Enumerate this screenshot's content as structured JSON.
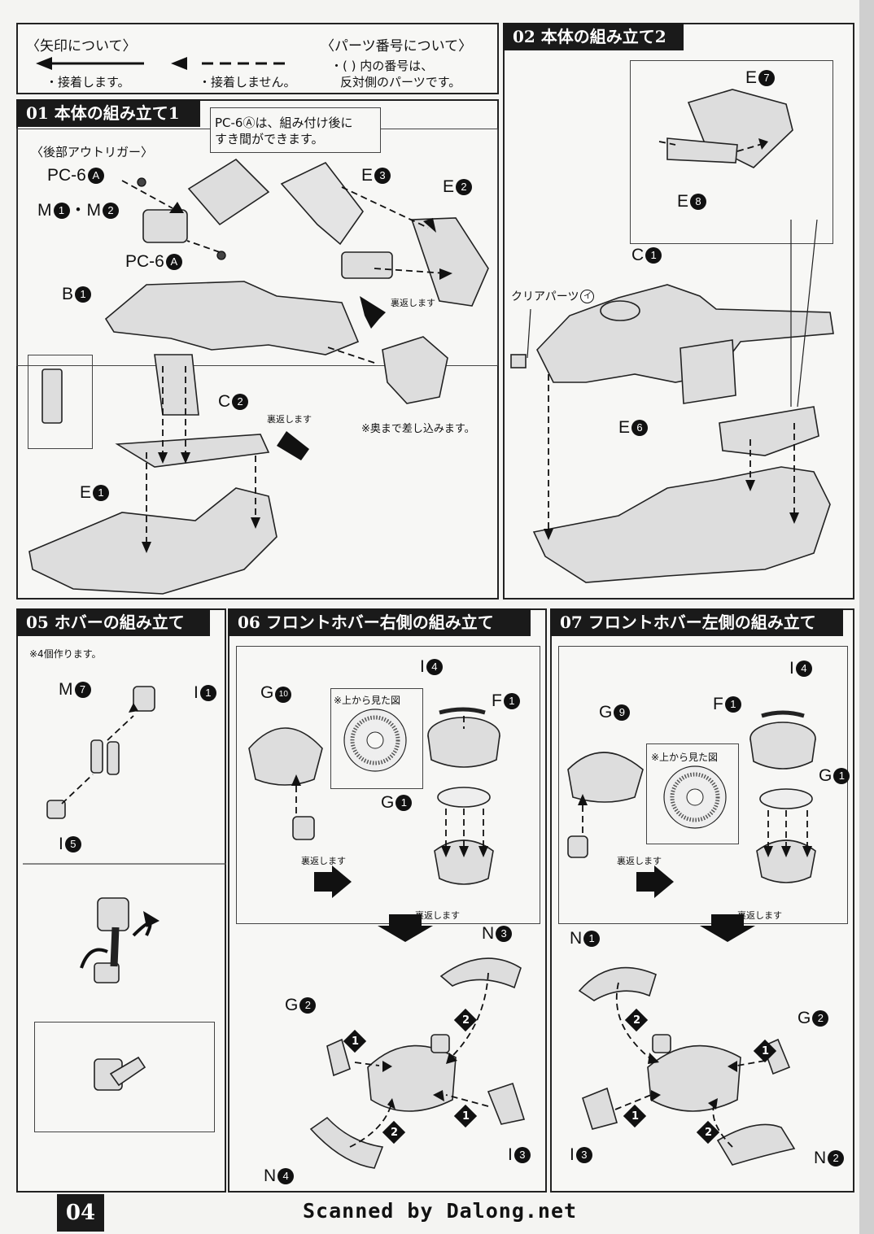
{
  "legend": {
    "arrow_title": "〈矢印について〉",
    "arrow_glue": "・接着します。",
    "arrow_noglue": "・接着しません。",
    "parts_title": "〈パーツ番号について〉",
    "parts_line1": "・( ) 内の番号は、",
    "parts_line2": "反対側のパーツです。"
  },
  "sections": {
    "s01": "01 本体の組み立て1",
    "s02": "02 本体の組み立て2",
    "s05": "05 ホバーの組み立て",
    "s06": "06 フロントホバー右側の組み立て",
    "s07": "07 フロントホバー左側の組み立て"
  },
  "s01": {
    "note_line1": "PC-6Ⓐは、組み付け後に",
    "note_line2": "すき間ができます。",
    "outrigger": "〈後部アウトリガー〉",
    "pc6a_top": "PC-6",
    "m1m2": "M",
    "m_sep": "・M",
    "pc6a_bottom": "PC-6",
    "e3": "E",
    "e2": "E",
    "b1": "B",
    "c2": "C",
    "e1": "E",
    "flip1": "裏返します",
    "flip2": "裏返します",
    "insert": "※奥まで差し込みます。"
  },
  "s02": {
    "e7": "E",
    "e8": "E",
    "c1": "C",
    "e6": "E",
    "clear": "クリアパーツ"
  },
  "s05": {
    "make4": "※4個作ります。",
    "m7": "M",
    "i1": "I",
    "i5": "I"
  },
  "s06": {
    "g10": "G",
    "i4": "I",
    "f1": "F",
    "g1": "G",
    "topview": "※上から見た図",
    "flip1": "裏返します",
    "flip2": "裏返します",
    "n3": "N",
    "g2": "G",
    "n4": "N",
    "i3": "I"
  },
  "s07": {
    "g9": "G",
    "i4": "I",
    "f1": "F",
    "g1": "G",
    "topview": "※上から見た図",
    "flip1": "裏返します",
    "flip2": "裏返します",
    "n1": "N",
    "g2": "G",
    "i3": "I",
    "n2": "N"
  },
  "step_numbers": {
    "one": "1",
    "two": "2"
  },
  "page_number": "04",
  "scan_credit": "Scanned by Dalong.net"
}
